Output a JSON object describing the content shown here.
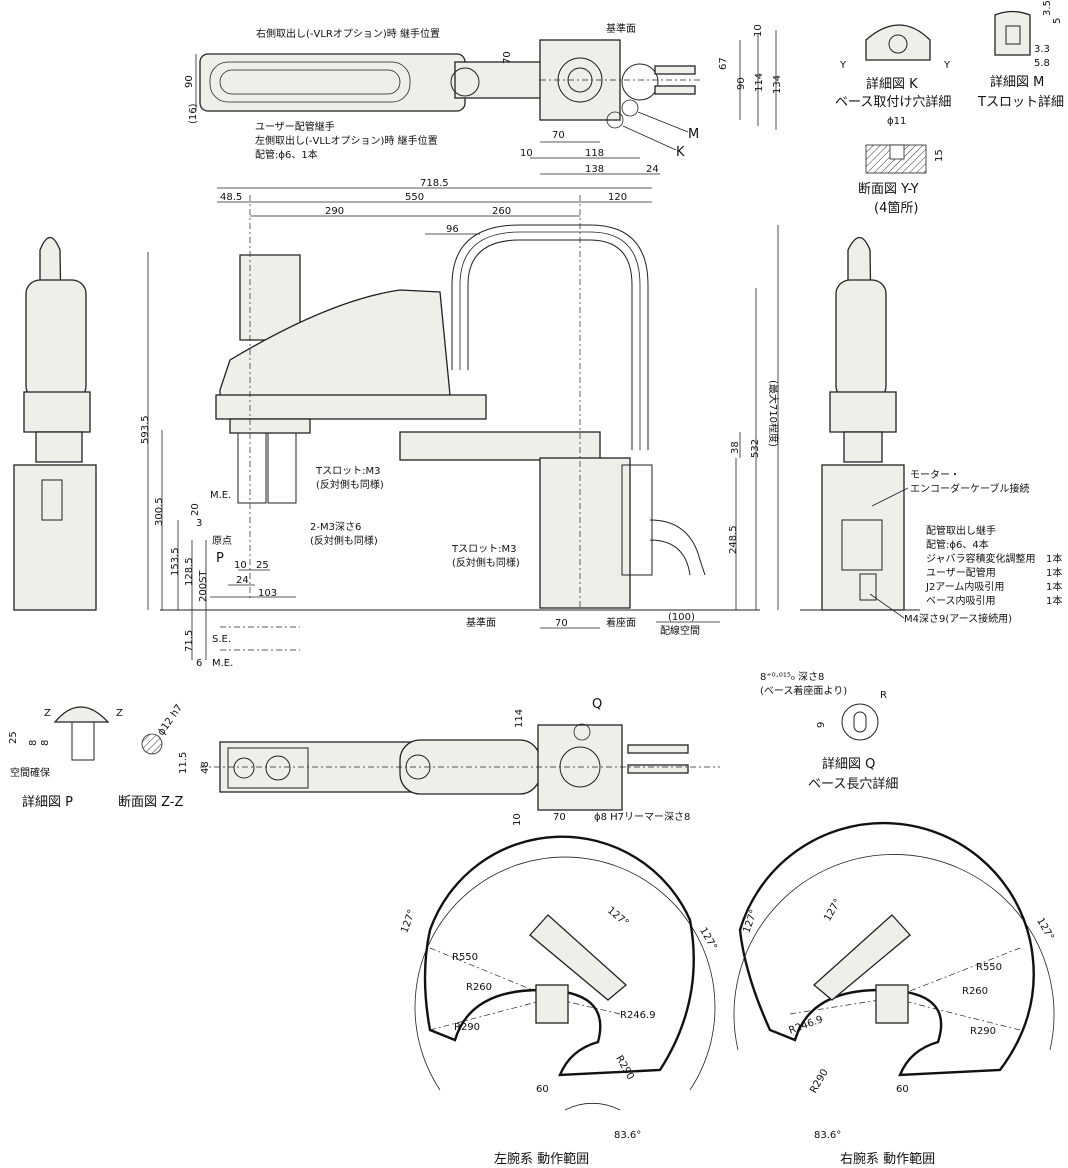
{
  "top_view": {
    "note_right_exit": "右側取出し(-VLRオプション)時 継手位置",
    "note_user_fitting": "ユーザー配管継手",
    "note_left_exit": "左側取出し(-VLLオプション)時 継手位置",
    "note_pipe": "配管:ϕ6、1本",
    "ref_face": "基準面",
    "dims": {
      "h90": "90",
      "h16": "(16)",
      "d70": "70",
      "d10": "10",
      "d67": "67",
      "d90r": "90",
      "d114": "114",
      "d134": "134",
      "b70": "70",
      "b10": "10",
      "b118": "118",
      "b138": "138",
      "b24": "24"
    },
    "callout_m": "M",
    "callout_k": "K"
  },
  "detail_k": {
    "title": "詳細図 K",
    "subtitle": "ベース取付け穴詳細",
    "y_left": "Y",
    "y_right": "Y"
  },
  "detail_m": {
    "title": "詳細図 M",
    "subtitle": "Tスロット詳細",
    "dims": [
      "3.5",
      "5",
      "3.3",
      "5.8"
    ]
  },
  "section_yy": {
    "title": "断面図 Y-Y",
    "subtitle": "(4箇所)",
    "dia": "ϕ11",
    "depth": "15"
  },
  "side_view": {
    "top_dims": {
      "total": "718.5",
      "d48": "48.5",
      "d550": "550",
      "d120": "120",
      "d290": "290",
      "d260": "260",
      "d96": "96"
    },
    "right_dims": {
      "max": "(最大710程度)",
      "d532": "532",
      "d38": "38",
      "d248": "248.5"
    },
    "left_dims": {
      "d593": "593.5",
      "d300": "300.5",
      "d153": "153.5",
      "d128": "128.5",
      "d200": "200ST",
      "d71": "71.5",
      "d20": "20",
      "d3": "3",
      "d6": "6"
    },
    "bottom_dims": {
      "d10": "10",
      "d25": "25",
      "d24": "24",
      "d103": "103",
      "d70": "70",
      "d100": "(100)"
    },
    "tslot_top": [
      "Tスロット:M3",
      "(反対側も同様)"
    ],
    "tap_m3": [
      "2-M3深さ6",
      "(反対側も同様)"
    ],
    "tslot_base": [
      "Tスロット:M3",
      "(反対側も同様)"
    ],
    "me": "M.E.",
    "se": "S.E.",
    "me_bottom": "M.E.",
    "origin": "原点",
    "p_label": "P",
    "ref_face": "基準面",
    "seat_face": "着座面",
    "wiring_space": "配線空間"
  },
  "right_view": {
    "note_motor": [
      "モーター・",
      "エンコーダーケーブル接続"
    ],
    "note_fittings": [
      {
        "text": "配管取出し継手",
        "count": ""
      },
      {
        "text": "配管:ϕ6、4本",
        "count": ""
      },
      {
        "text": "ジャバラ容積変化調整用",
        "count": "1本"
      },
      {
        "text": "ユーザー配管用",
        "count": "1本"
      },
      {
        "text": "J2アーム内吸引用",
        "count": "1本"
      },
      {
        "text": "ベース内吸引用",
        "count": "1本"
      }
    ],
    "note_earth": "M4深さ9(アース接続用)"
  },
  "detail_p": {
    "title": "詳細図 P",
    "z_left": "Z",
    "z_right": "Z",
    "dims": [
      "25",
      "8",
      "8"
    ],
    "clearance": "空間確保"
  },
  "section_zz": {
    "title": "断面図 Z-Z",
    "dia": "ϕ12 h7",
    "depth": "11.5"
  },
  "bottom_view": {
    "d48": "48",
    "d114": "114",
    "d10": "10",
    "d70": "70",
    "reamer": "ϕ8 H7リーマー深さ8",
    "callout_q": "Q"
  },
  "detail_q": {
    "tol": "8⁺⁰·⁰¹⁵₀ 深さ8",
    "note": "(ベース着座面より)",
    "r": "R",
    "d9": "9",
    "title": "詳細図 Q",
    "subtitle": "ベース長穴詳細"
  },
  "left_range": {
    "title": "左腕系 動作範囲",
    "a1": "127°",
    "a2": "127°",
    "a3": "127°",
    "r550": "R550",
    "r260": "R260",
    "r290": "R290",
    "r246": "R246.9",
    "r290b": "R290",
    "d60": "60",
    "a836": "83.6°"
  },
  "right_range": {
    "title": "右腕系 動作範囲",
    "a1": "127°",
    "a2": "127°",
    "a3": "127°",
    "r550": "R550",
    "r260": "R260",
    "r290": "R290",
    "r246": "R246.9",
    "r290b": "R290",
    "d60": "60",
    "a836": "83.6°"
  }
}
